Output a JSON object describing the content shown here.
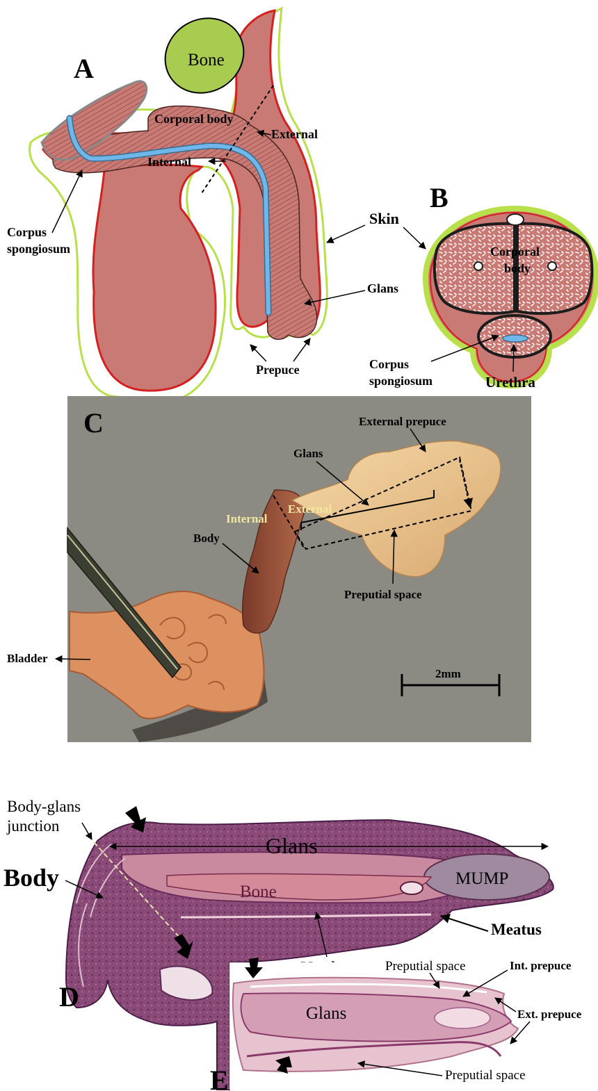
{
  "panels": {
    "a": {
      "letter": "A",
      "labels": {
        "bone": "Bone",
        "corporal_body": "Corporal body",
        "external": "External",
        "internal": "Internal",
        "corpus_spongiosum_line1": "Corpus",
        "corpus_spongiosum_line2": "spongiosum",
        "skin": "Skin",
        "glans": "Glans",
        "prepuce": "Prepuce"
      }
    },
    "b": {
      "letter": "B",
      "labels": {
        "corporal_body_line1": "Corporal",
        "corporal_body_line2": "body",
        "corpus_spongiosum_line1": "Corpus",
        "corpus_spongiosum_line2": "spongiosum",
        "urethra": "Urethra"
      }
    },
    "c": {
      "letter": "C",
      "labels": {
        "external_prepuce": "External prepuce",
        "glans": "Glans",
        "external": "External",
        "internal": "Internal",
        "body": "Body",
        "preputial_space": "Preputial space",
        "bladder": "Bladder",
        "scale_bar": "2mm"
      }
    },
    "d": {
      "letter": "D",
      "labels": {
        "body_glans_junction_line1": "Body-glans",
        "body_glans_junction_line2": "junction",
        "glans": "Glans",
        "body": "Body",
        "mump": "MUMP",
        "bone": "Bone",
        "meatus": "Meatus",
        "urethra": "Urethra"
      }
    },
    "e": {
      "letter": "E",
      "labels": {
        "preputial_space_top": "Preputial space",
        "int_prepuce": "Int. prepuce",
        "glans": "Glans",
        "ext_prepuce": "Ext. prepuce",
        "preputial_space_bottom": "Preputial space"
      }
    }
  },
  "colors": {
    "skin_outline": "#b8e04a",
    "tissue_fill": "#c97a74",
    "tissue_outline": "#d42020",
    "bone_fill": "#a8cc50",
    "urethra": "#6fb7e8",
    "photo_background": "#8b8b83",
    "histology_stain": "#8a4a78",
    "histology_light": "#e7c2cf"
  }
}
